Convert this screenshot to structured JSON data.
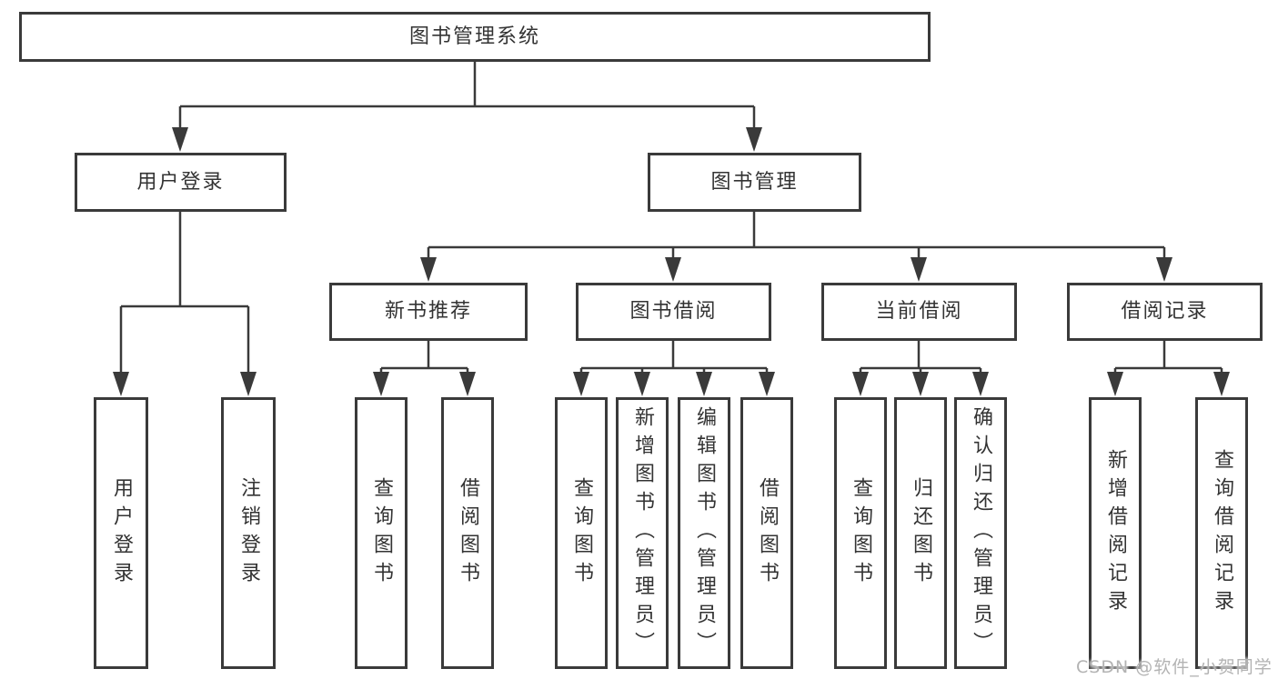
{
  "nodes": {
    "root": "图书管理系统",
    "userLogin": "用户登录",
    "bookMgmt": "图书管理",
    "newBookRec": "新书推荐",
    "bookBorrow": "图书借阅",
    "currentBorrow": "当前借阅",
    "borrowRecords": "借阅记录"
  },
  "leaves": {
    "userLogin": [
      "用户登录",
      "注销登录"
    ],
    "newBookRec": [
      "查询图书",
      "借阅图书"
    ],
    "bookBorrow": [
      "查询图书",
      "新增图书（管理员）",
      "编辑图书（管理员）",
      "借阅图书"
    ],
    "currentBorrow": [
      "查询图书",
      "归还图书",
      "确认归还（管理员）"
    ],
    "borrowRecords": [
      "新增借阅记录",
      "查询借阅记录"
    ]
  },
  "watermark": {
    "text": "CSDN @软件_小贺同学"
  },
  "colors": {
    "line": "#3a3a3a",
    "text": "#333333",
    "watermark": "#b3b3b3",
    "background": "#ffffff"
  }
}
